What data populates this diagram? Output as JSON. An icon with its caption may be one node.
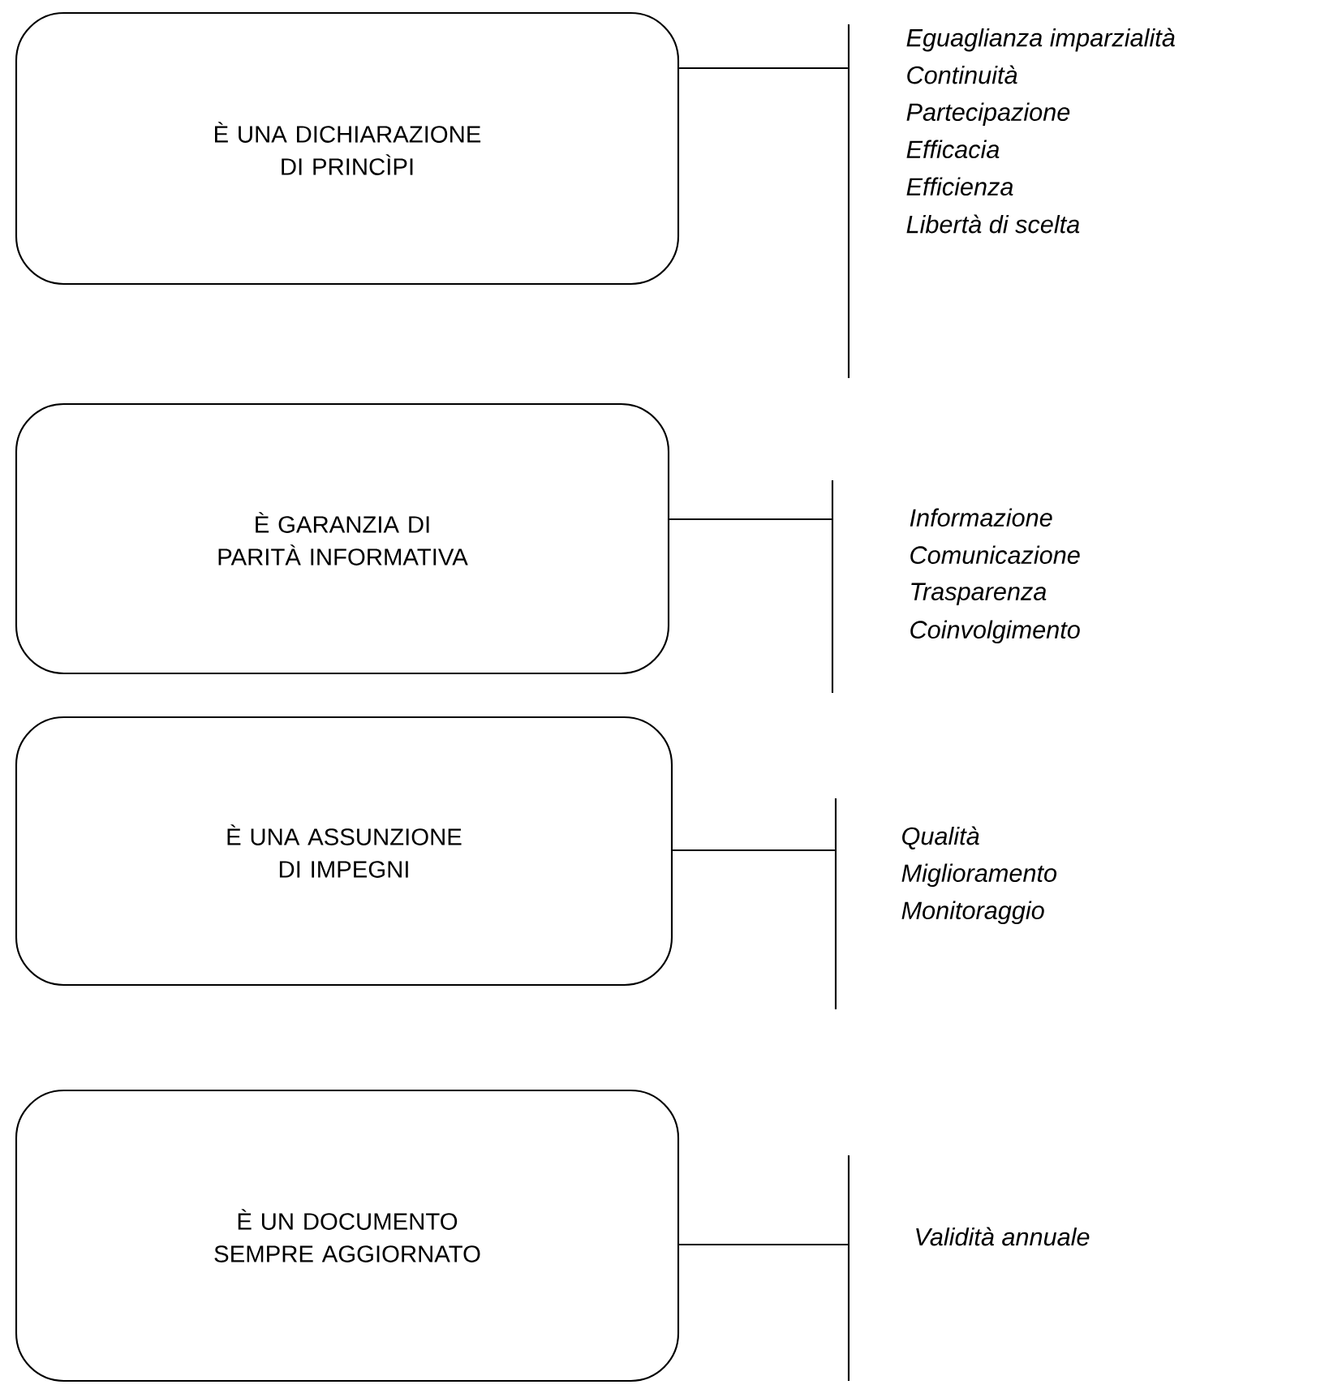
{
  "diagram": {
    "nodes": [
      {
        "text": [
          "È UNA DICHIARAZIONE DI PRINCÌPI"
        ]
      },
      {
        "text": [],
        "shape": "bar",
        "beside": [
          "Eguaglianza imparzialità",
          "Continuità",
          "Partecipazione",
          "Efficacia",
          "Efficienza",
          "Libertà di scelta"
        ]
      },
      {
        "text": [
          "È GARANZIA DI PARITÀ INFORMATIVA"
        ]
      },
      {
        "text": [],
        "shape": "bar",
        "beside": [
          "Informazione",
          "Comunicazione",
          "Trasparenza",
          "Coinvolgimento"
        ]
      },
      {
        "text": [
          "È UNA ASSUNZIONE DI IMPEGNI"
        ]
      },
      {
        "text": [],
        "shape": "bar",
        "beside": [
          "Qualità",
          "Miglioramento",
          "Monitoraggio"
        ]
      },
      {
        "text": [
          "È UN DOCUMENTO SEMPRE AGGIORNATO"
        ]
      },
      {
        "text": [],
        "shape": "bar",
        "beside": [
          "Validità annuale"
        ]
      }
    ],
    "edges": [
      {
        "from": 0,
        "to": 1,
        "arrow": "none"
      },
      {
        "from": 2,
        "to": 3,
        "arrow": "none"
      },
      {
        "from": 4,
        "to": 5,
        "arrow": "none"
      },
      {
        "from": 6,
        "to": 7,
        "arrow": "none"
      }
    ]
  }
}
